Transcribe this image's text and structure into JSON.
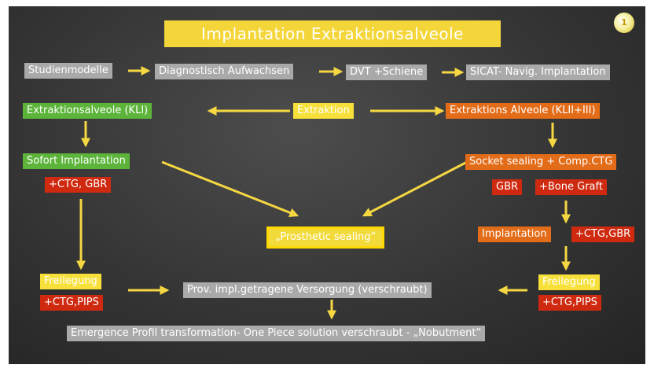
{
  "title": "Implantation Extraktionsalveole",
  "logo_text": "1",
  "nodes": {
    "studienmodelle": "Studienmodelle",
    "diagnostisch": "Diagnostisch Aufwachsen",
    "dvt": "DVT +Schiene",
    "sicat": "SICAT- Navig. Implantation",
    "extraktion": "Extraktion",
    "alveole_kl1": "Extraktionsalveole (KLI)",
    "alveole_kl2": "Extraktions Alveole (KLII+III)",
    "sofort": "Sofort Implantation",
    "sofort_ctg": "+CTG, GBR",
    "socket": "Socket sealing + Comp.CTG",
    "gbr": "GBR",
    "bone_graft": "+Bone Graft",
    "prosthetic": "„Prosthetic sealing“",
    "implantation": "Implantation",
    "impl_ctg": "+CTG,GBR",
    "freilegung_left": "Freilegung",
    "pips_left": "+CTG,PIPS",
    "prov": "Prov. impl.getragene Versorgung (verschraubt)",
    "freilegung_right": "Freilegung",
    "pips_right": "+CTG,PIPS",
    "emergence": "Emergence Profil transformation- One Piece solution verschraubt - „Nobutment“"
  },
  "colors": {
    "arrow": "#f5d742",
    "gray": "#a9a9a9",
    "green": "#5cb43a",
    "orange": "#e26c18",
    "red": "#cf2a10",
    "yellow": "#f7e03a"
  }
}
